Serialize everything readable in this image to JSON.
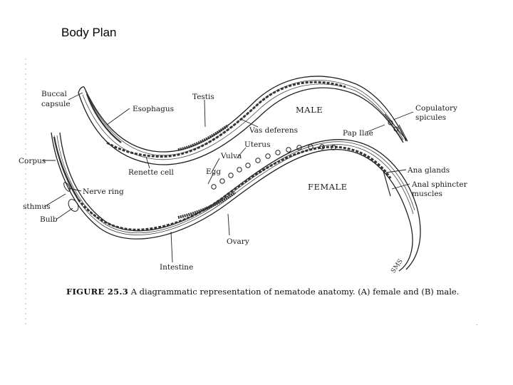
{
  "slide": {
    "title": "Body Plan"
  },
  "figure": {
    "caption_label": "FIGURE 25.3",
    "caption_text": "A diagrammatic representation of nematode anatomy. (A) female and (B) male.",
    "signature": "SMS",
    "male_label": "MALE",
    "female_label": "FEMALE",
    "labels": {
      "buccal": "Buccal",
      "capsule": "capsule",
      "esophagus": "Esophagus",
      "testis": "Testis",
      "vas_deferens": "Vas deferens",
      "copulatory": "Copulatory",
      "spicules": "spicules",
      "pap_illae": "Pap Ilae",
      "uterus": "Uterus",
      "vulva": "Vulva",
      "egg": "Egg",
      "renette_cell": "Renette cell",
      "corpus": "Corpus",
      "nerve_ring": "Nerve ring",
      "isthmus": "sthmus",
      "bulb": "Bulb",
      "anal_glands": "Ana  glands",
      "anal_sphincter": "Anal sphincter",
      "muscles": "muscles",
      "ovary": "Ovary",
      "intestine": "Intestine"
    }
  }
}
